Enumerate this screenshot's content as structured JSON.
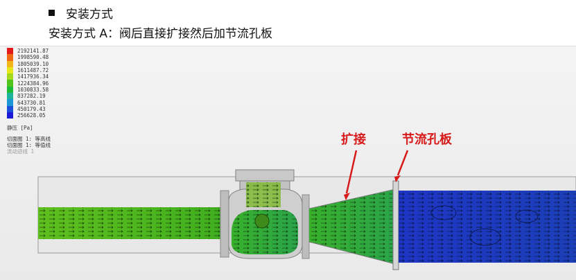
{
  "section": {
    "heading": "安装方式",
    "subheading": "安装方式 A：阀后直接扩接然后加节流孔板"
  },
  "legend": {
    "values": [
      "2192141.87",
      "1998590.48",
      "1805039.10",
      "1611487.72",
      "1417936.34",
      "1224384.96",
      "1030833.58",
      "837282.19",
      "643730.81",
      "450179.43",
      "256628.05"
    ],
    "colors": [
      "#e21a1a",
      "#f06a14",
      "#f3b61a",
      "#e6e619",
      "#a5da1c",
      "#4fc41c",
      "#1dbb3a",
      "#1cb59c",
      "#1b96d6",
      "#1b4ed8",
      "#1a1ad6"
    ],
    "unit": "静压 [Pa]",
    "notes": [
      "切面图 1: 等高线",
      "切面图 1: 等值线",
      "流动迹线 1"
    ]
  },
  "annotations": {
    "expansion": "扩接",
    "orifice": "节流孔板"
  },
  "colors": {
    "callout": "#d71a1a",
    "upstream_flow": "#3fae1f",
    "downstream_flow": "#1c3fb8"
  }
}
